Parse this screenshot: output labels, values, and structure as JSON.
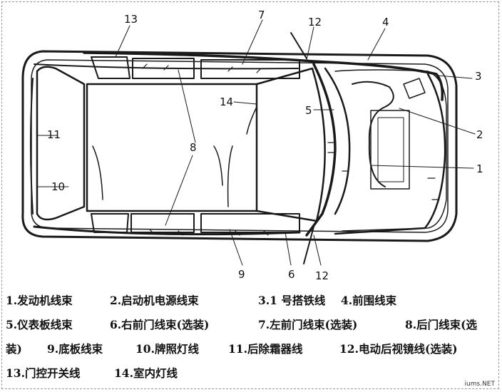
{
  "callouts": {
    "c1": "1",
    "c2": "2",
    "c3": "3",
    "c4": "4",
    "c5": "5",
    "c6": "6",
    "c7": "7",
    "c8": "8",
    "c9": "9",
    "c10": "10",
    "c11": "11",
    "c12_top": "12",
    "c12_bottom": "12",
    "c13": "13",
    "c14": "14"
  },
  "legend": {
    "item1": "1.发动机线束",
    "item2": "2.启动机电源线束",
    "item3": "3.1 号搭铁线",
    "item4": "4.前围线束",
    "item5": "5.仪表板线束",
    "item6": "6.右前门线束(选装)",
    "item7": "7.左前门线束(选装)",
    "item8": "8.后门线束(选",
    "item8_cont": "装)",
    "item9": "9.底板线束",
    "item10": "10.牌照灯线",
    "item11": "11.后除霜器线",
    "item12": "12.电动后视镜线(选装)",
    "item13": "13.门控开关线",
    "item14": "14.室内灯线"
  },
  "watermark": "iums.NET"
}
